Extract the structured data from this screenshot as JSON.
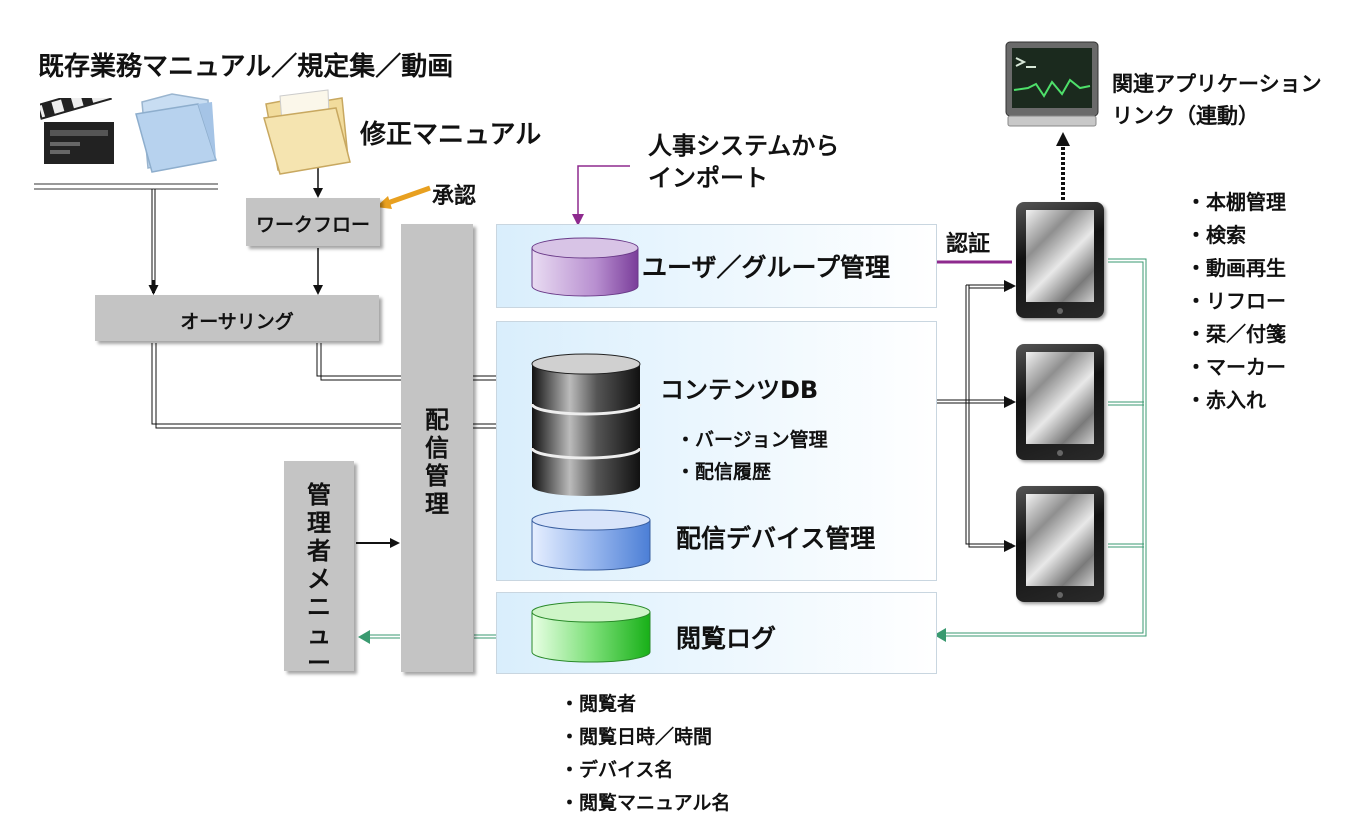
{
  "title": "既存業務マニュアル／規定集／動画",
  "revised_manual": "修正マニュアル",
  "approval": "承認",
  "workflow": "ワークフロー",
  "authoring": "オーサリング",
  "distribution": "配信管理",
  "admin_menu": "管理者メニュー",
  "hr_import": [
    "人事システムから",
    "インポート"
  ],
  "user_group": "ユーザ／グループ管理",
  "auth": "認証",
  "content_db": "コンテンツDB",
  "content_items": [
    "・バージョン管理",
    "・配信履歴"
  ],
  "device_mgmt": "配信デバイス管理",
  "view_log": "閲覧ログ",
  "view_log_items": [
    "・閲覧者",
    "・閲覧日時／時間",
    "・デバイス名",
    "・閲覧マニュアル名"
  ],
  "related_app": [
    "関連アプリケーション",
    "リンク（連動）"
  ],
  "features": [
    "・本棚管理",
    "・検索",
    "・動画再生",
    "・リフロー",
    "・栞／付箋",
    "・マーカー",
    "・赤入れ"
  ],
  "colors": {
    "user_db": "#9b59b6",
    "content_db": "#222222",
    "device_db": "#6fa0e8",
    "log_db": "#3cc43c",
    "auth_arrow": "#8e2a8e",
    "approval_arrow": "#e8a020",
    "log_line": "#3a9a70"
  },
  "icons": [
    "clapperboard-icon",
    "document-folder-icon",
    "yellow-folder-icon",
    "monitor-icon",
    "tablet-icon"
  ]
}
